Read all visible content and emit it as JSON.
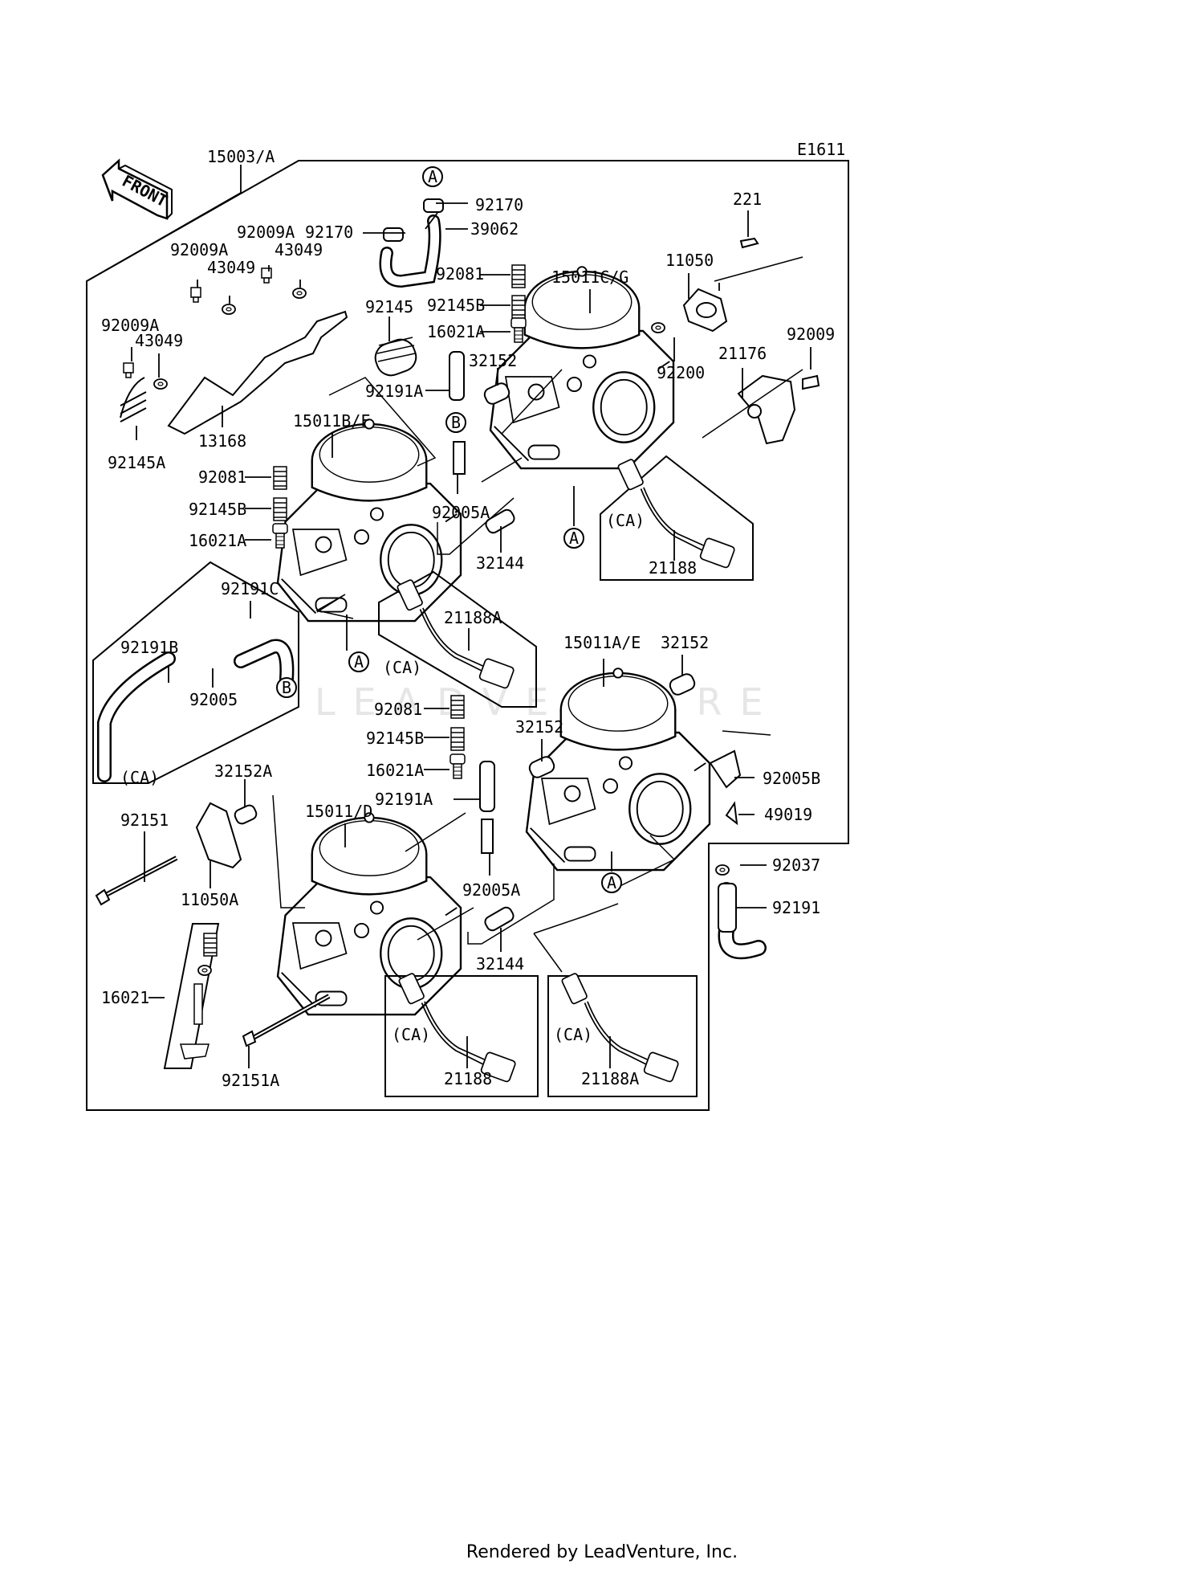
{
  "diagram_code": "E1611",
  "front_label": "FRONT",
  "watermark": "LEADVENTURE",
  "footer": "Rendered by LeadVenture, Inc.",
  "ca_label": "(CA)",
  "part_labels": [
    {
      "id": "15003-A",
      "text": "15003/A"
    },
    {
      "id": "92170-a",
      "text": "92170"
    },
    {
      "id": "92170-b",
      "text": "92170"
    },
    {
      "id": "39062",
      "text": "39062"
    },
    {
      "id": "221",
      "text": "221"
    },
    {
      "id": "92009A-a",
      "text": "92009A"
    },
    {
      "id": "92009A-b",
      "text": "92009A"
    },
    {
      "id": "43049-a",
      "text": "43049"
    },
    {
      "id": "43049-b",
      "text": "43049"
    },
    {
      "id": "11050",
      "text": "11050"
    },
    {
      "id": "92081-a",
      "text": "92081"
    },
    {
      "id": "15011C-G",
      "text": "15011C/G"
    },
    {
      "id": "92145",
      "text": "92145"
    },
    {
      "id": "92145B-a",
      "text": "92145B"
    },
    {
      "id": "92009A-c",
      "text": "92009A"
    },
    {
      "id": "43049-c",
      "text": "43049"
    },
    {
      "id": "16021A-a",
      "text": "16021A"
    },
    {
      "id": "92009",
      "text": "92009"
    },
    {
      "id": "32152-a",
      "text": "32152"
    },
    {
      "id": "21176",
      "text": "21176"
    },
    {
      "id": "92200",
      "text": "92200"
    },
    {
      "id": "92191A-a",
      "text": "92191A"
    },
    {
      "id": "13168",
      "text": "13168"
    },
    {
      "id": "15011B-F",
      "text": "15011B/F"
    },
    {
      "id": "92145A",
      "text": "92145A"
    },
    {
      "id": "92081-b",
      "text": "92081"
    },
    {
      "id": "92005A-a",
      "text": "92005A"
    },
    {
      "id": "92145B-b",
      "text": "92145B"
    },
    {
      "id": "16021A-b",
      "text": "16021A"
    },
    {
      "id": "32144-a",
      "text": "32144"
    },
    {
      "id": "21188-a",
      "text": "21188"
    },
    {
      "id": "92191C",
      "text": "92191C"
    },
    {
      "id": "21188A-a",
      "text": "21188A"
    },
    {
      "id": "92191B",
      "text": "92191B"
    },
    {
      "id": "15011A-E",
      "text": "15011A/E"
    },
    {
      "id": "32152-b",
      "text": "32152"
    },
    {
      "id": "92005",
      "text": "92005"
    },
    {
      "id": "92081-c",
      "text": "92081"
    },
    {
      "id": "92145B-c",
      "text": "92145B"
    },
    {
      "id": "32152-c",
      "text": "32152"
    },
    {
      "id": "16021A-c",
      "text": "16021A"
    },
    {
      "id": "92005B",
      "text": "92005B"
    },
    {
      "id": "32152A",
      "text": "32152A"
    },
    {
      "id": "92191A-b",
      "text": "92191A"
    },
    {
      "id": "49019",
      "text": "49019"
    },
    {
      "id": "15011-D",
      "text": "15011/D"
    },
    {
      "id": "92151",
      "text": "92151"
    },
    {
      "id": "92037",
      "text": "92037"
    },
    {
      "id": "92005A-b",
      "text": "92005A"
    },
    {
      "id": "11050A",
      "text": "11050A"
    },
    {
      "id": "92191",
      "text": "92191"
    },
    {
      "id": "32144-b",
      "text": "32144"
    },
    {
      "id": "16021",
      "text": "16021"
    },
    {
      "id": "21188-b",
      "text": "21188"
    },
    {
      "id": "21188A-b",
      "text": "21188A"
    },
    {
      "id": "92151A",
      "text": "92151A"
    }
  ],
  "callouts": [
    {
      "id": "A-top",
      "text": "A"
    },
    {
      "id": "B-mid",
      "text": "B"
    },
    {
      "id": "A-right",
      "text": "A"
    },
    {
      "id": "A-left",
      "text": "A"
    },
    {
      "id": "B-box",
      "text": "B"
    },
    {
      "id": "A-bottom",
      "text": "A"
    }
  ]
}
